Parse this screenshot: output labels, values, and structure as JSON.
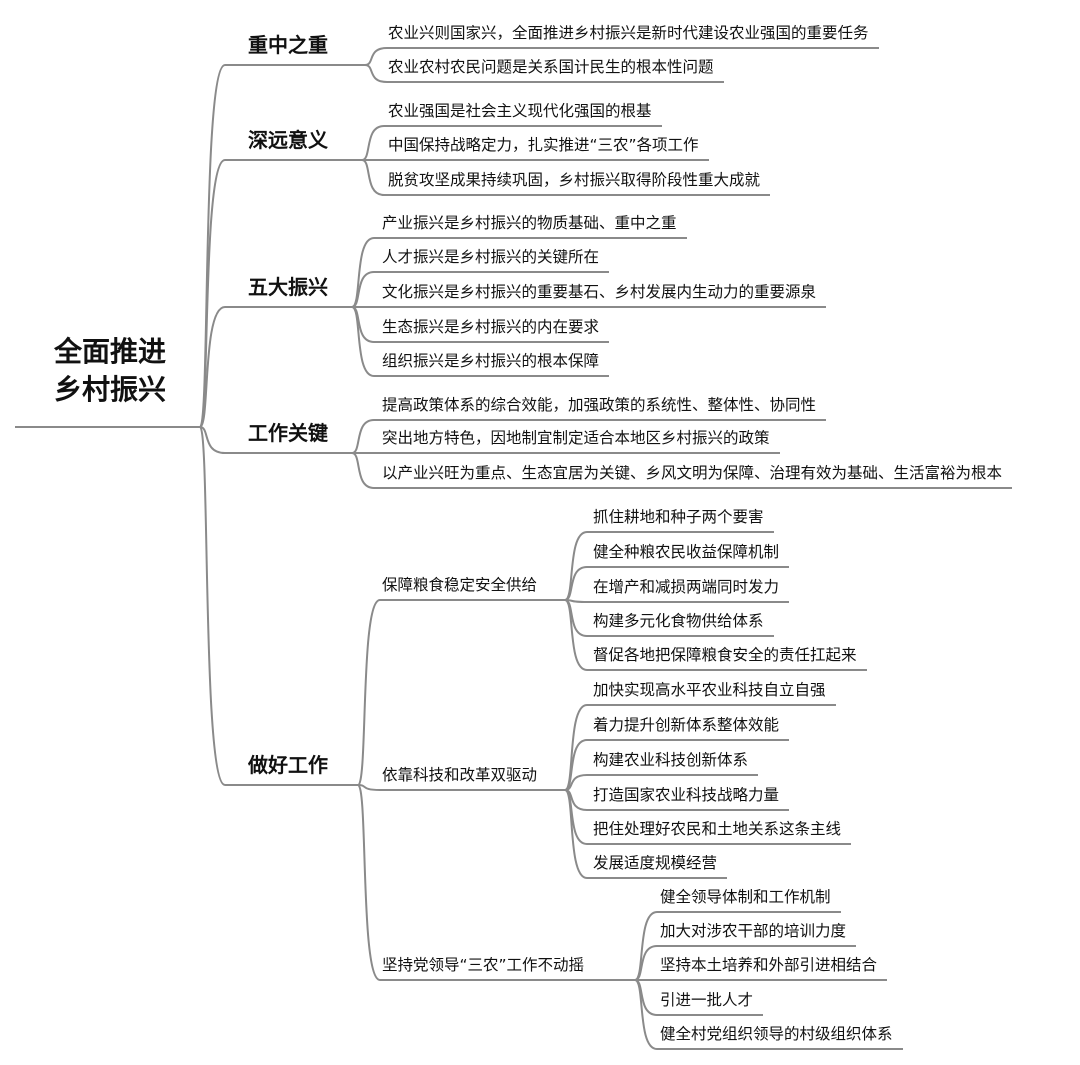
{
  "root": {
    "lines": [
      "全面推进",
      "乡村振兴"
    ]
  },
  "branches": [
    {
      "label": "重中之重",
      "children": [
        {
          "label": "农业兴则国家兴，全面推进乡村振兴是新时代建设农业强国的重要任务"
        },
        {
          "label": "农业农村农民问题是关系国计民生的根本性问题"
        }
      ]
    },
    {
      "label": "深远意义",
      "children": [
        {
          "label": "农业强国是社会主义现代化强国的根基"
        },
        {
          "label": "中国保持战略定力，扎实推进“三农”各项工作"
        },
        {
          "label": "脱贫攻坚成果持续巩固，乡村振兴取得阶段性重大成就"
        }
      ]
    },
    {
      "label": "五大振兴",
      "children": [
        {
          "label": "产业振兴是乡村振兴的物质基础、重中之重"
        },
        {
          "label": "人才振兴是乡村振兴的关键所在"
        },
        {
          "label": "文化振兴是乡村振兴的重要基石、乡村发展内生动力的重要源泉"
        },
        {
          "label": "生态振兴是乡村振兴的内在要求"
        },
        {
          "label": "组织振兴是乡村振兴的根本保障"
        }
      ]
    },
    {
      "label": "工作关键",
      "children": [
        {
          "label": "提高政策体系的综合效能，加强政策的系统性、整体性、协同性"
        },
        {
          "label": "突出地方特色，因地制宜制定适合本地区乡村振兴的政策"
        },
        {
          "label": "以产业兴旺为重点、生态宜居为关键、乡风文明为保障、治理有效为基础、生活富裕为根本"
        }
      ]
    },
    {
      "label": "做好工作",
      "children": [
        {
          "label": "保障粮食稳定安全供给",
          "children": [
            {
              "label": "抓住耕地和种子两个要害"
            },
            {
              "label": "健全种粮农民收益保障机制"
            },
            {
              "label": "在增产和减损两端同时发力"
            },
            {
              "label": "构建多元化食物供给体系"
            },
            {
              "label": "督促各地把保障粮食安全的责任扛起来"
            }
          ]
        },
        {
          "label": "依靠科技和改革双驱动",
          "children": [
            {
              "label": "加快实现高水平农业科技自立自强"
            },
            {
              "label": "着力提升创新体系整体效能"
            },
            {
              "label": "构建农业科技创新体系"
            },
            {
              "label": "打造国家农业科技战略力量"
            },
            {
              "label": "把住处理好农民和土地关系这条主线"
            },
            {
              "label": "发展适度规模经营"
            }
          ]
        },
        {
          "label": "坚持党领导“三农”工作不动摇",
          "children": [
            {
              "label": "健全领导体制和工作机制"
            },
            {
              "label": "加大对涉农干部的培训力度"
            },
            {
              "label": "坚持本土培养和外部引进相结合"
            },
            {
              "label": "引进一批人才"
            },
            {
              "label": "健全村党组织领导的村级组织体系"
            }
          ]
        }
      ]
    }
  ],
  "colors": {
    "line": "#8a8a8a",
    "text": "#111111"
  }
}
